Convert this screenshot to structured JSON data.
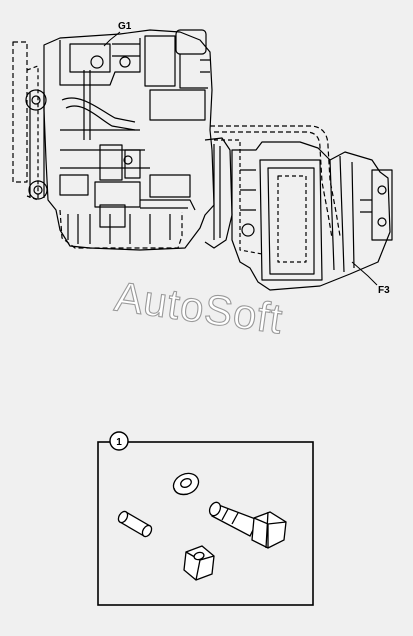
{
  "callouts": {
    "top": "G1",
    "right": "F3",
    "detail": "1"
  },
  "watermark": "AutoSoft",
  "colors": {
    "background": "#f0f0f0",
    "line": "#000000",
    "watermark_stroke": "#9a9a9a"
  }
}
